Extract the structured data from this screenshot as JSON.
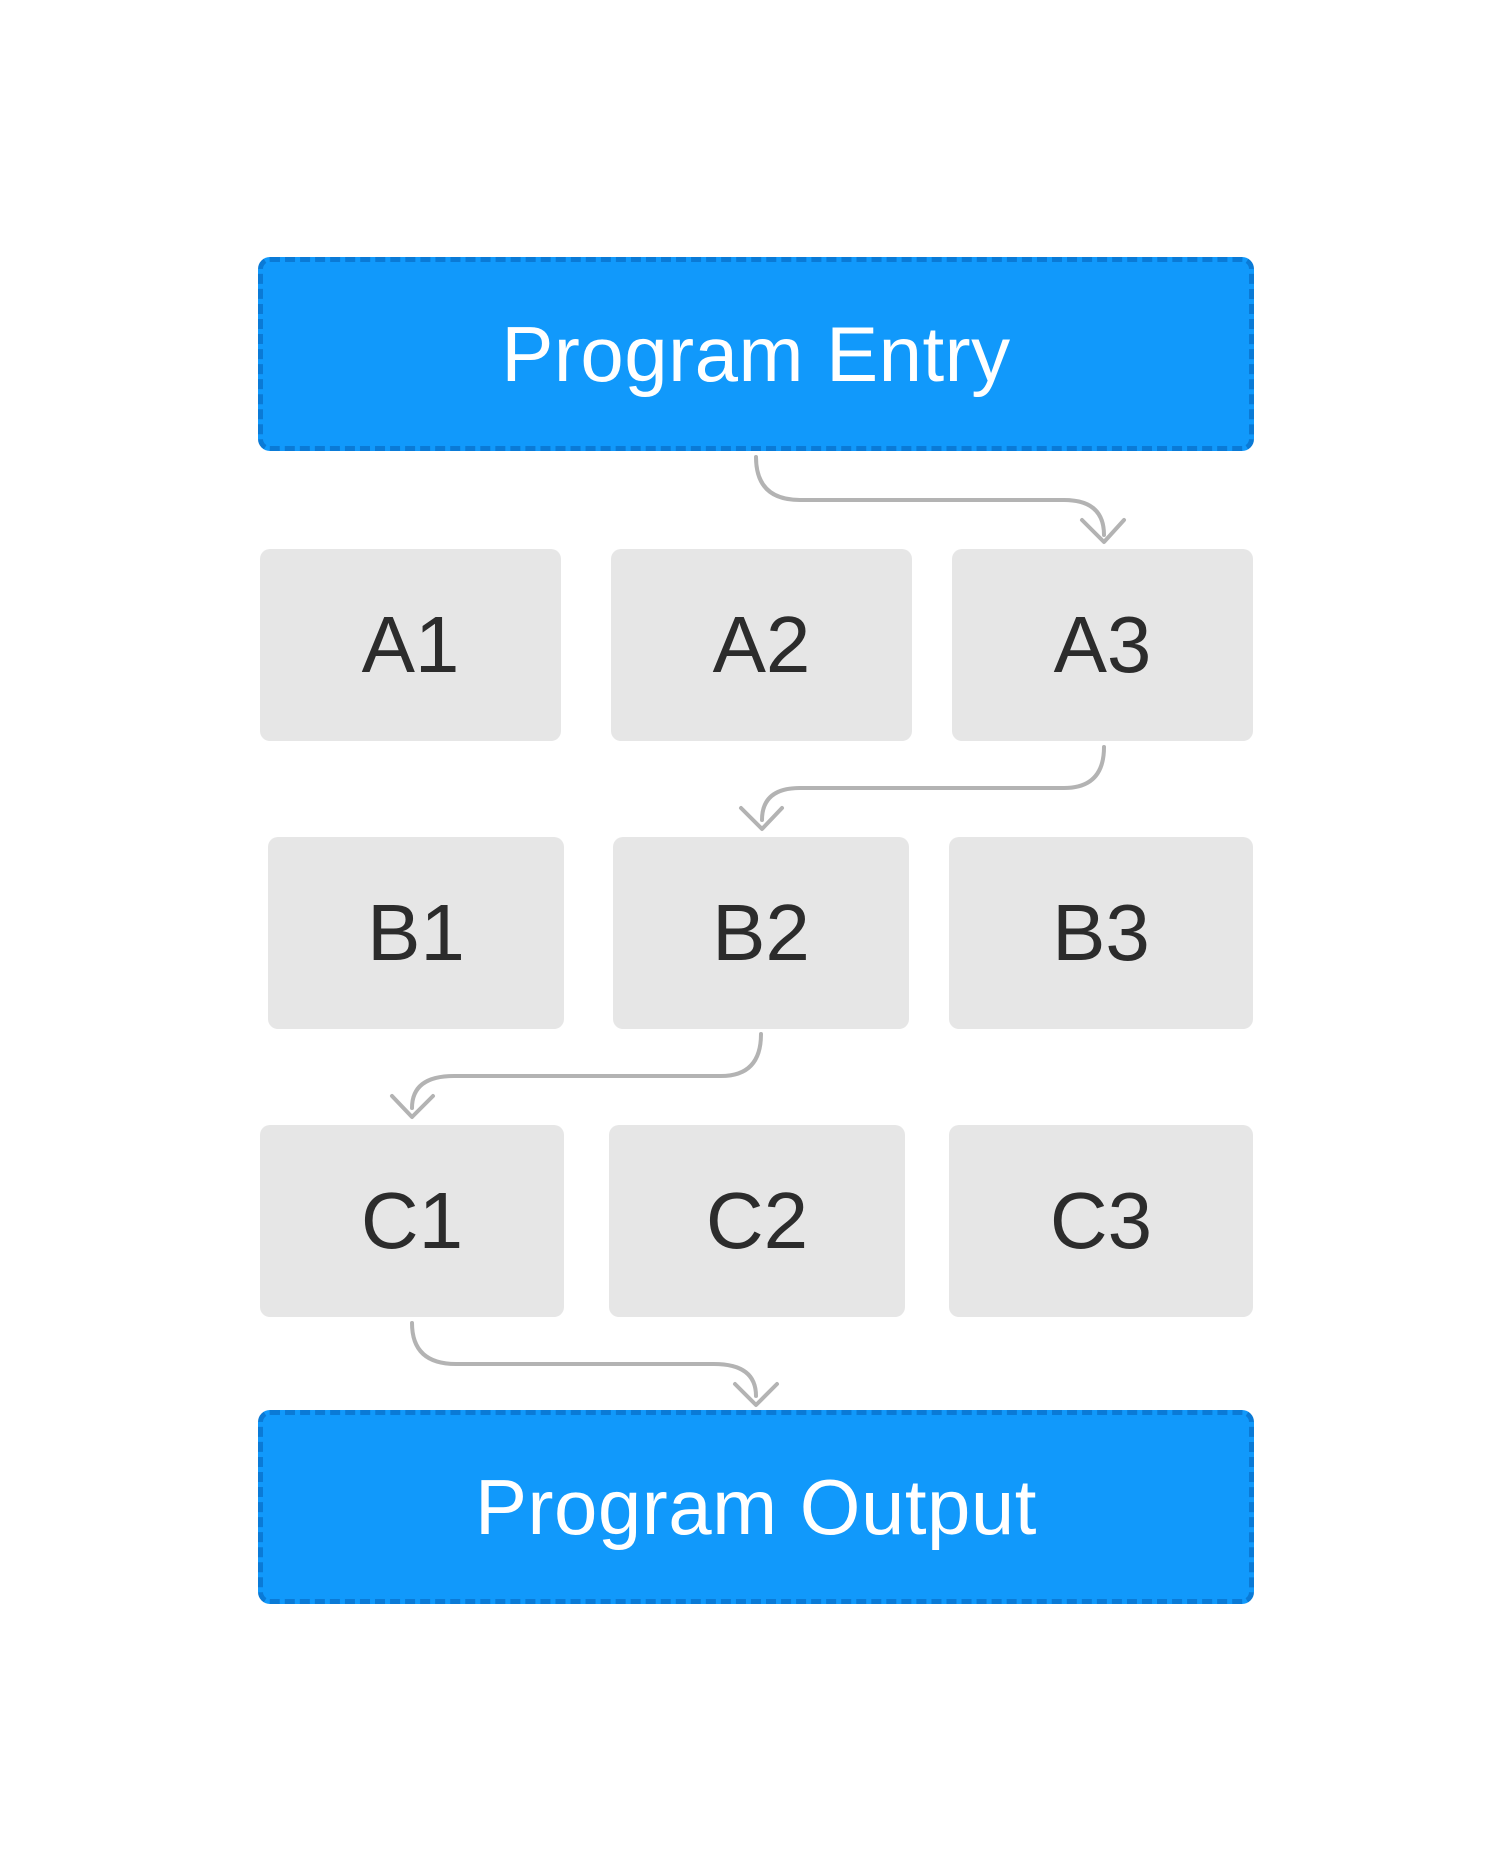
{
  "diagram": {
    "entry_label": "Program Entry",
    "output_label": "Program Output",
    "rows": [
      {
        "labels": [
          "A1",
          "A2",
          "A3"
        ]
      },
      {
        "labels": [
          "B1",
          "B2",
          "B3"
        ]
      },
      {
        "labels": [
          "C1",
          "C2",
          "C3"
        ]
      }
    ],
    "edges": [
      {
        "from": "Program Entry",
        "to": "A3"
      },
      {
        "from": "A3",
        "to": "B2"
      },
      {
        "from": "B2",
        "to": "C1"
      },
      {
        "from": "C1",
        "to": "Program Output"
      }
    ]
  },
  "colors": {
    "terminal_fill": "#1199fb",
    "terminal_border": "#0a7ad6",
    "node_fill": "#e6e6e6",
    "edge": "#b3b3b3"
  }
}
